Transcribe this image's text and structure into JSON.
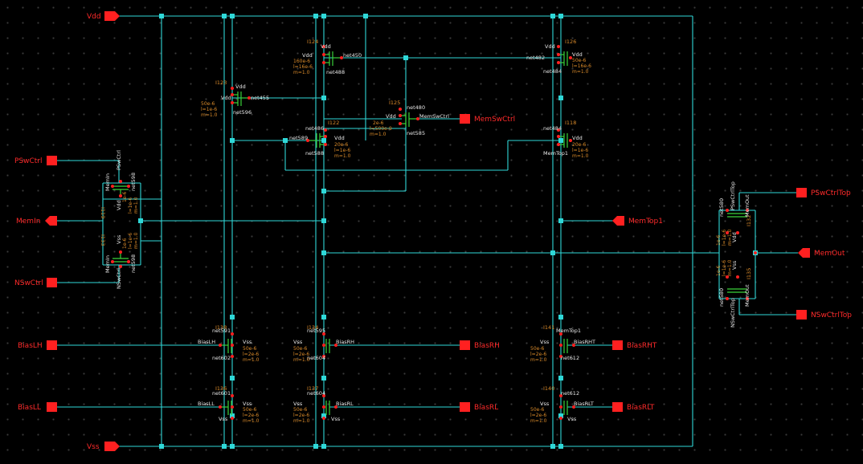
{
  "colors": {
    "background": "#000000",
    "wire": "#2fd8d8",
    "pin": "#ff2020",
    "pin_label": "#ff2a2a",
    "device": "#3ad23a",
    "instance_label": "#d98a2a",
    "net_label": "#e8e8e8"
  },
  "pins": {
    "vdd": "Vdd",
    "vss": "Vss",
    "pswctrl": "PSwCtrl",
    "memin": "MemIn",
    "nswctrl": "NSwCtrl",
    "biaslh": "BiasLH",
    "biasll": "BiasLL",
    "memswctrl": "MemSwCtrl",
    "memtop1": "MemTop1",
    "biasrh": "BiasRH",
    "biasrl": "BiasRL",
    "biasrht": "BiasRHT",
    "biasrlt": "BiasRLT",
    "pswctrltop": "PSwCtrlTop",
    "memout": "MemOut",
    "nswctrltop": "NSwCtrlTop"
  },
  "instances": {
    "i124": "I124",
    "i123": "I123",
    "i125": "I125",
    "i122": "I122",
    "i126": "I126",
    "i118": "I118",
    "i119": "I119",
    "i133": "I133",
    "i138": "I138",
    "i136": "I136",
    "i134": "I134",
    "i137": "I137",
    "i141": "I141",
    "i140": "I140",
    "i132": "I132",
    "i135": "I135"
  },
  "nets": {
    "n_vdd": "Vdd",
    "n_vss": "Vss",
    "n450": "net450",
    "n488": "net488",
    "n455": "net455",
    "n596": "net596",
    "n480": "net480",
    "n585": "net585",
    "n486": "net486",
    "n589": "net589",
    "n588": "net588",
    "n482": "net482",
    "n484": "net484",
    "n487": "net487",
    "n598": "net598",
    "n_memtop1": "MemTop1",
    "n_memswctrl": "MemSwCtrl",
    "n_memin": "MemIn",
    "n_pswctrl": "PSwCtrl",
    "n_nswctrl": "NSwCtrl",
    "n591": "net591",
    "n592": "net592",
    "n_biaslh": "BiasLH",
    "n_biasll": "BiasLL",
    "n602": "net602",
    "n601": "net601",
    "n595": "net595",
    "n604": "net604",
    "n_biasrh": "BiasRH",
    "n_biasrl": "BiasRL",
    "n612": "net612",
    "n_biasrht": "BiasRHT",
    "n_biasrlt": "BiasRLT",
    "n580": "net580",
    "n581": "net581",
    "n_memout": "MemOut",
    "n_pswctrltop": "PSwCtrlTop",
    "n_nswctrltop": "NSwCtrlTop"
  },
  "params": {
    "w500": "50e-6",
    "w200": "20e-6",
    "w1600": "160e-6",
    "l1": "l=1e-6",
    "l2": "l=2e-6",
    "l16": "l=16e-6",
    "l500": "l=500e-9",
    "w2": "2e-6",
    "w1": "1e-6",
    "m1": "m=1.0"
  }
}
